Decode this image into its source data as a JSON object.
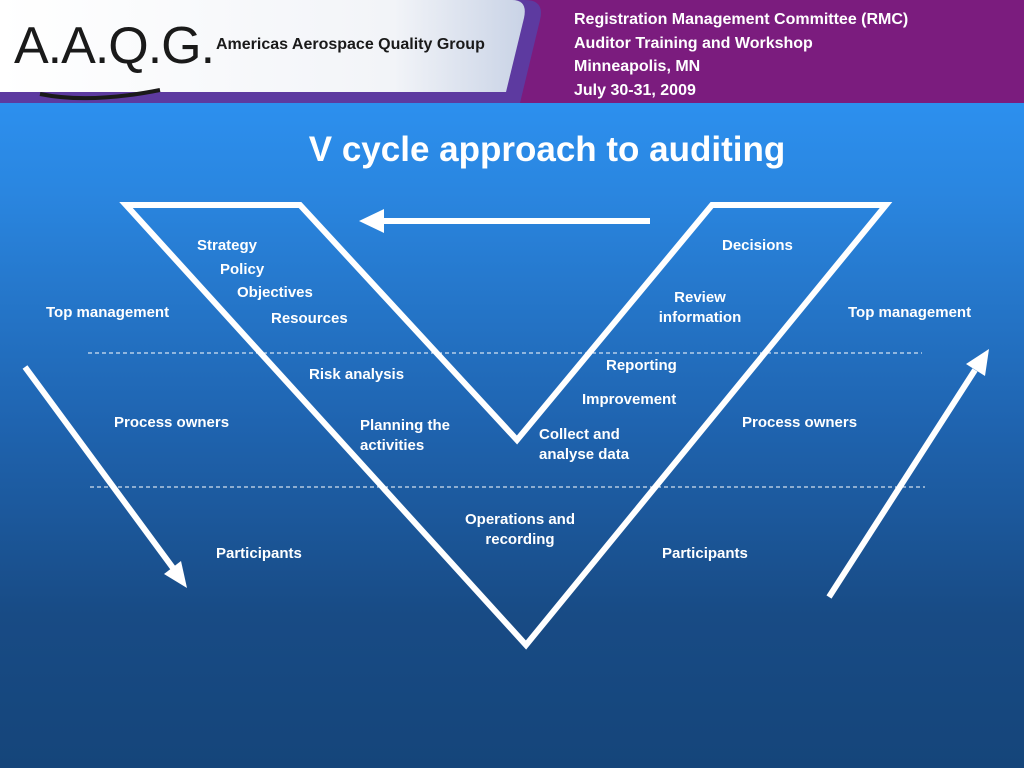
{
  "header": {
    "logo_letters": "A.A.Q.G.",
    "logo_name": "Americas Aerospace Quality Group",
    "info_lines": [
      "Registration Management Committee (RMC)",
      "Auditor Training and Workshop",
      "Minneapolis, MN",
      "July 30-31, 2009"
    ],
    "colors": {
      "panel": "#7b1c7e",
      "logo_bg": "#ffffff"
    }
  },
  "title": "V cycle approach to auditing",
  "left_levels": {
    "top": "Top management",
    "middle": "Process owners",
    "bottom": "Participants"
  },
  "right_levels": {
    "top": "Top management",
    "middle": "Process owners",
    "bottom": "Participants"
  },
  "left_branch": {
    "strategy": "Strategy",
    "policy": "Policy",
    "objectives": "Objectives",
    "resources": "Resources",
    "risk": "Risk analysis",
    "planning": "Planning the activities"
  },
  "bottom": {
    "operations": "Operations and recording"
  },
  "right_branch": {
    "collect": "Collect and analyse data",
    "improvement": "Improvement",
    "reporting": "Reporting",
    "review": "Review information",
    "decisions": "Decisions"
  }
}
